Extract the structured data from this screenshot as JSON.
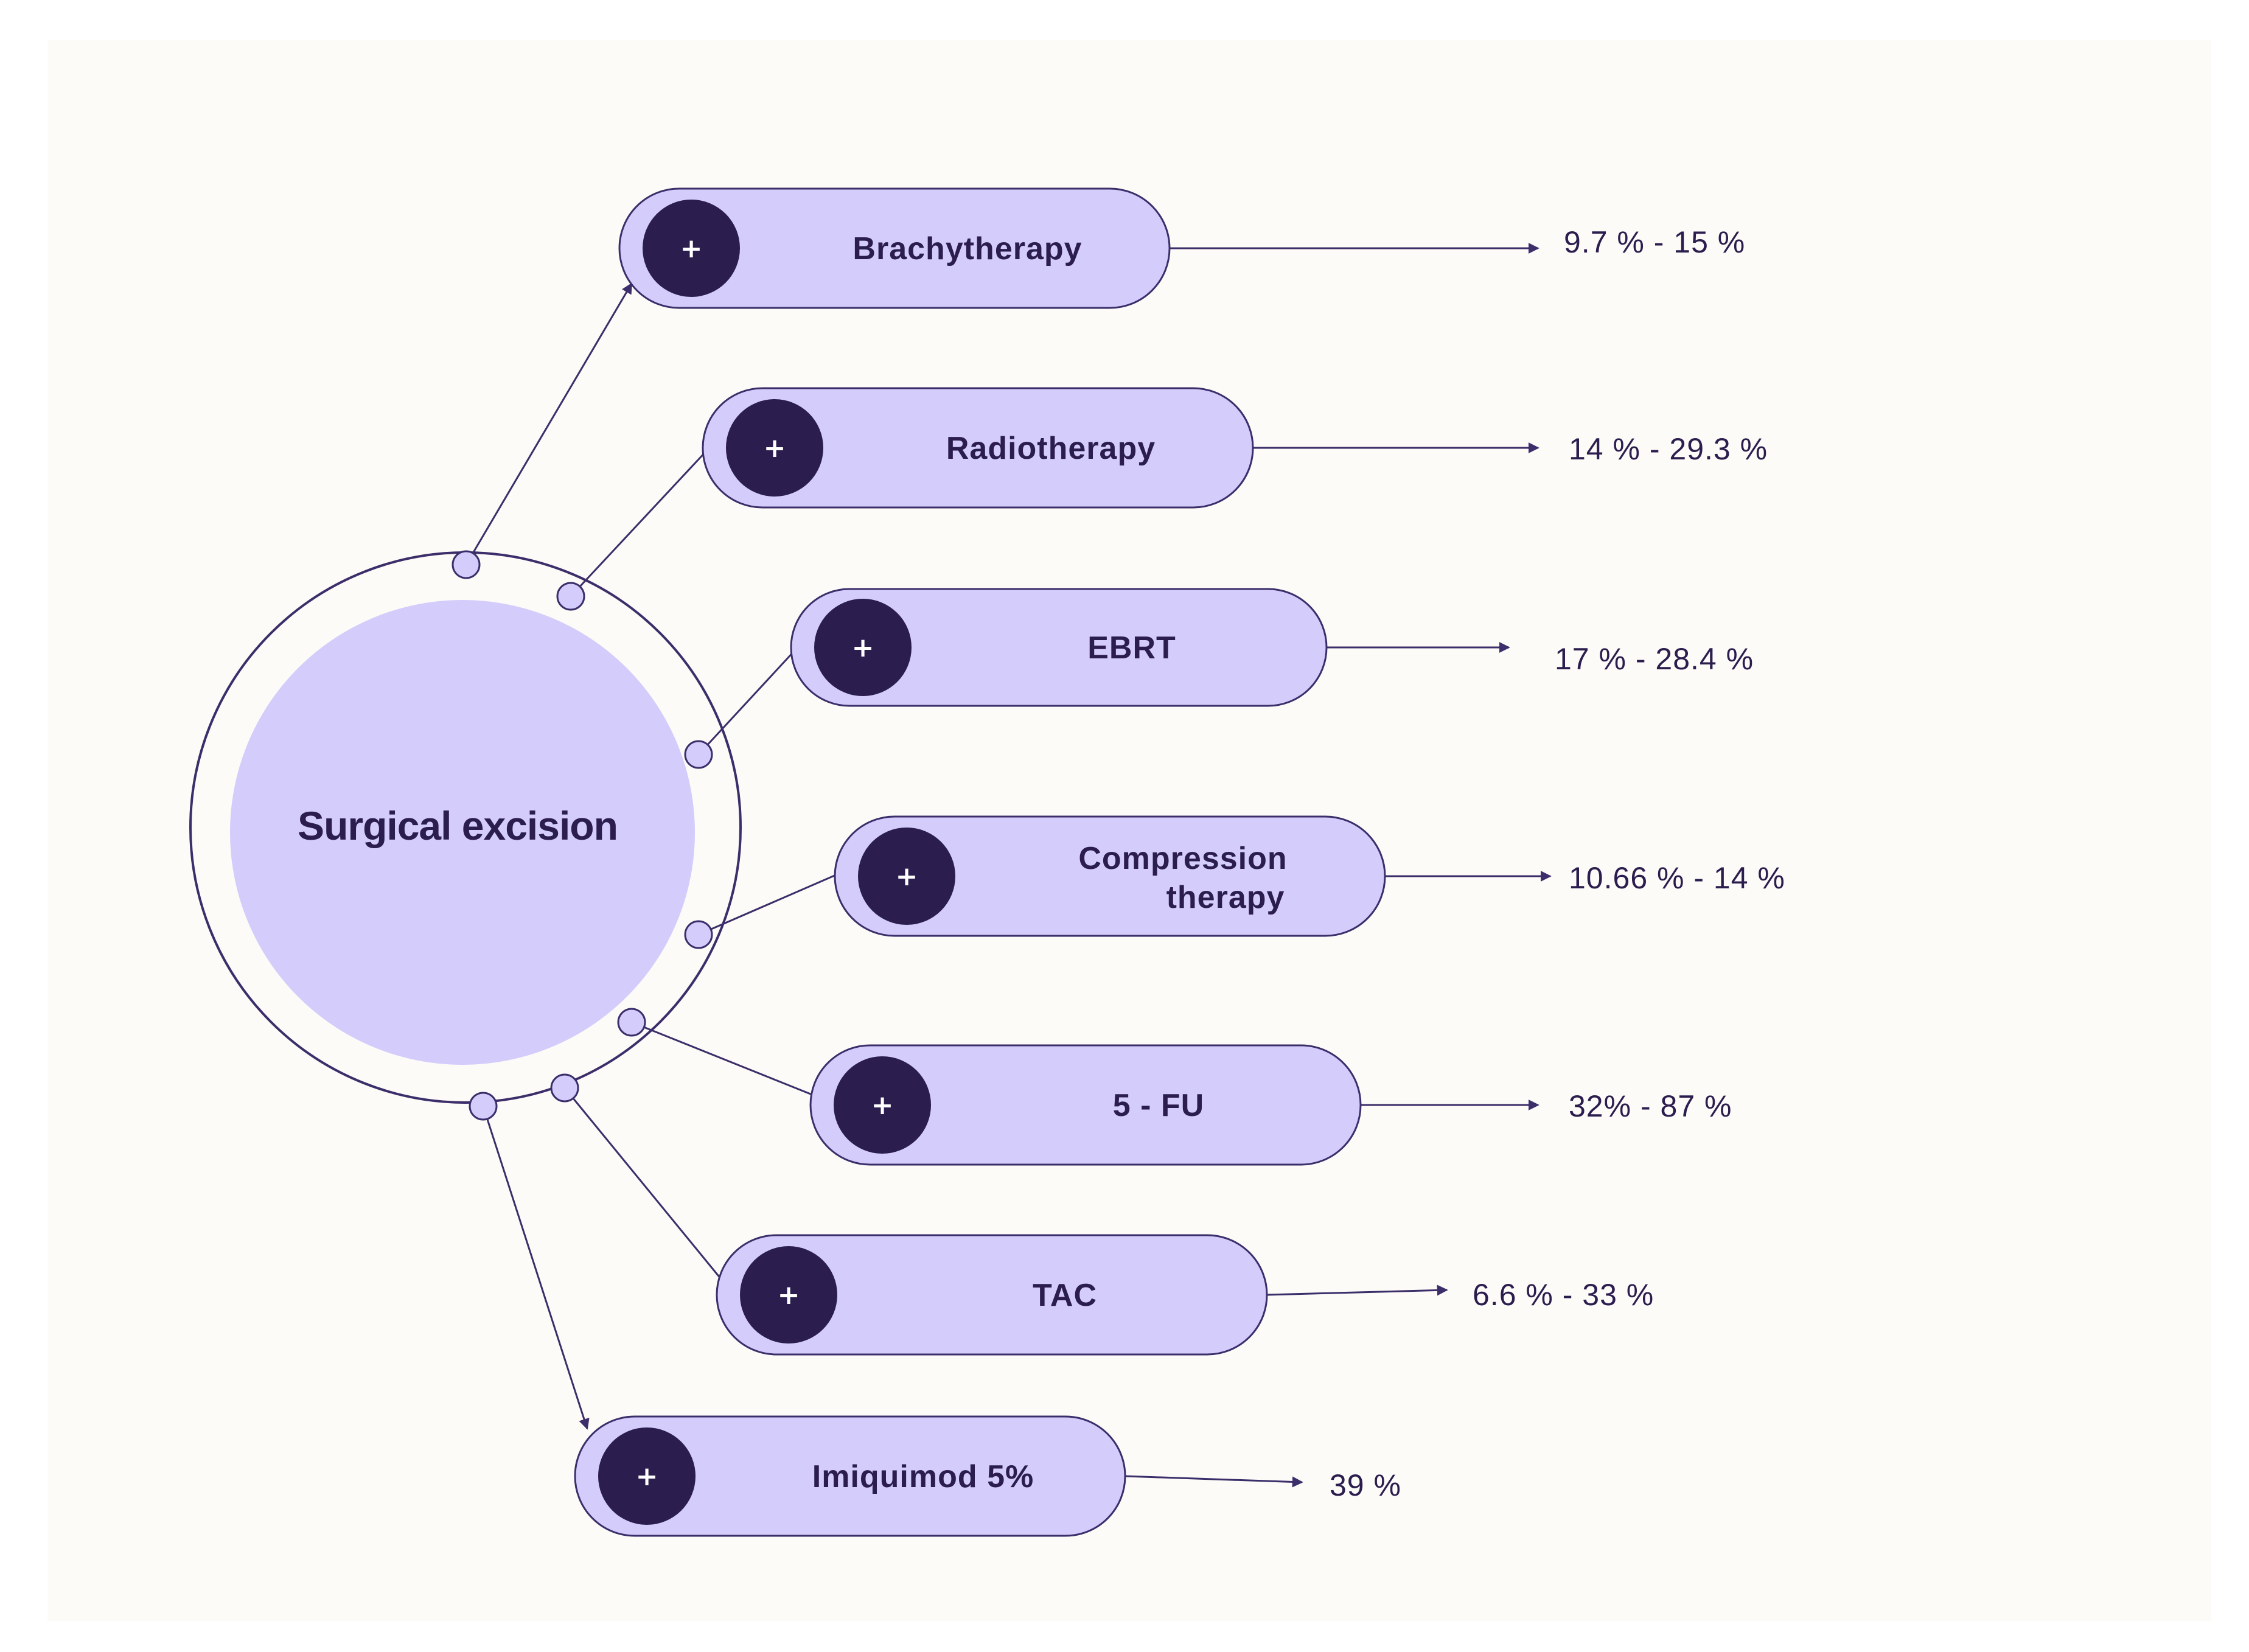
{
  "colors": {
    "page_background": "#ffffff",
    "panel_background": "#fdfbf7",
    "accent_light": "#d4cdfb",
    "accent_dark": "#2b1d4e",
    "line": "#3b2e6a"
  },
  "center_node": {
    "label": "Surgical excision"
  },
  "treatments": [
    {
      "label": "Brachytherapy",
      "value": "9.7 % - 15 %",
      "icon": "plus-icon"
    },
    {
      "label": "Radiotherapy",
      "value": "14 % - 29.3 %",
      "icon": "plus-icon"
    },
    {
      "label": "EBRT",
      "value": "17 % - 28.4 %",
      "icon": "plus-icon"
    },
    {
      "label_lines": [
        "Compression",
        "therapy"
      ],
      "value": "10.66 % - 14 %",
      "icon": "plus-icon"
    },
    {
      "label": "5 - FU",
      "value": "32% - 87 %",
      "icon": "plus-icon"
    },
    {
      "label": "TAC",
      "value": "6.6 % - 33 %",
      "icon": "plus-icon"
    },
    {
      "label": "Imiquimod 5%",
      "value": "39 %",
      "icon": "plus-icon"
    }
  ],
  "plus_symbol": "+"
}
